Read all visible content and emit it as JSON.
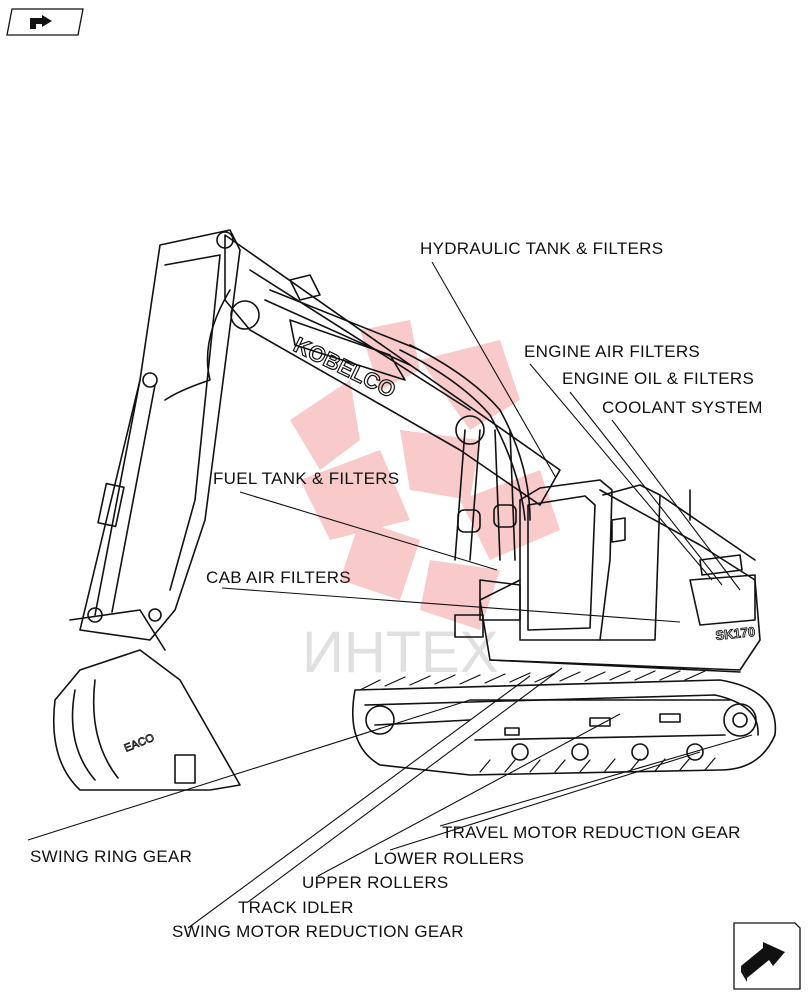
{
  "diagram": {
    "callouts": {
      "hydraulic_tank": "HYDRAULIC TANK & FILTERS",
      "engine_air": "ENGINE AIR FILTERS",
      "engine_oil": "ENGINE OIL & FILTERS",
      "coolant": "COOLANT SYSTEM",
      "fuel_tank": "FUEL TANK & FILTERS",
      "cab_air": "CAB AIR FILTERS",
      "travel_motor": "TRAVEL MOTOR REDUCTION GEAR",
      "lower_rollers": "LOWER ROLLERS",
      "upper_rollers": "UPPER ROLLERS",
      "track_idler": "TRACK IDLER",
      "swing_motor": "SWING MOTOR REDUCTION GEAR",
      "swing_ring": "SWING RING GEAR"
    },
    "machine_brand": "KOBELCO",
    "model_badge": "SK170",
    "bucket_mark": "EACO",
    "watermark_text": "ИНТЕХ"
  },
  "colors": {
    "line": "#111111",
    "watermark": "#f08080"
  },
  "icons": {
    "top_left": "back-arrow-icon",
    "bottom_right": "next-arrow-icon"
  }
}
